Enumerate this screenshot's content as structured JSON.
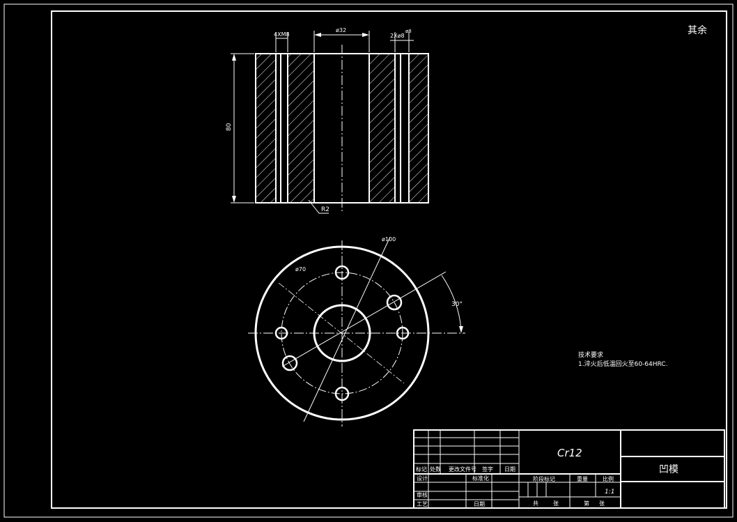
{
  "corner_note": "其余",
  "top_view": {
    "holes_dim": "4XM8",
    "bore_dim": "ø32",
    "pin_dim_a": "2Xø8",
    "pin_dim_b": "ø8",
    "height_dim": "80",
    "radius_label": "R2"
  },
  "plan_view": {
    "outer_dim": "ø100",
    "pcd_dim": "ø70",
    "angle_dim": "30°"
  },
  "tech": {
    "title": "技术要求",
    "line1": "1.淬火后低温回火至60-64HRC."
  },
  "title_block": {
    "material": "Cr12",
    "drawing_name": "凹模",
    "scale": "1:1",
    "labels": {
      "mark": "标记",
      "count": "处数",
      "zone_file": "更改文件号",
      "sign": "签字",
      "date": "日期",
      "design": "设计",
      "standardize": "标准化",
      "review": "审核",
      "process": "工艺",
      "approve": "日期",
      "stage_mark": "阶段标记",
      "weight": "重量",
      "ratio": "比例",
      "sheet_total": "共",
      "sheet": "张",
      "sheet_no": "第",
      "sheet_no2": "张"
    }
  }
}
